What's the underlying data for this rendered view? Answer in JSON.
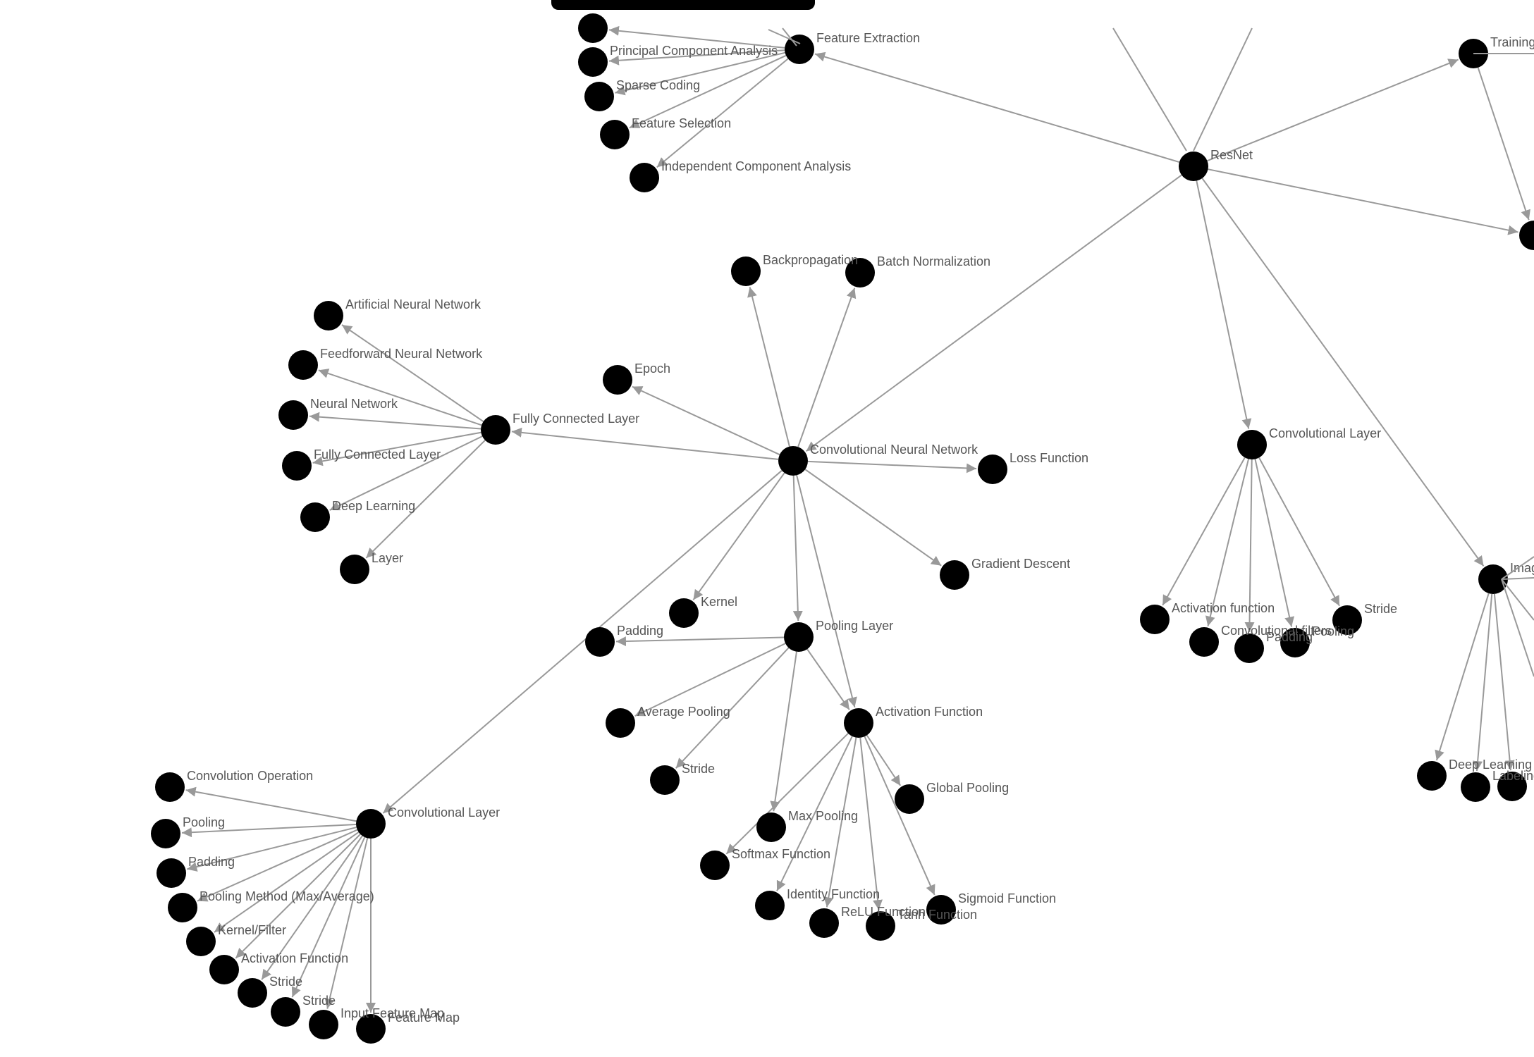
{
  "colors": {
    "node": "#000000",
    "edge": "#999999",
    "label": "#555555",
    "background": "#ffffff"
  },
  "nodes": [
    {
      "id": "fe",
      "label": "Feature Extraction"
    },
    {
      "id": "fe_top",
      "label": ""
    },
    {
      "id": "pca",
      "label": "Principal Component Analysis"
    },
    {
      "id": "sparse",
      "label": "Sparse Coding"
    },
    {
      "id": "fsel",
      "label": "Feature Selection"
    },
    {
      "id": "ica",
      "label": "Independent Component Analysis"
    },
    {
      "id": "resnet",
      "label": "ResNet"
    },
    {
      "id": "training",
      "label": "Training"
    },
    {
      "id": "right_node",
      "label": ""
    },
    {
      "id": "backprop",
      "label": "Backpropagation"
    },
    {
      "id": "batchnorm",
      "label": "Batch Normalization"
    },
    {
      "id": "epoch",
      "label": "Epoch"
    },
    {
      "id": "cnn",
      "label": "Convolutional Neural Network"
    },
    {
      "id": "loss",
      "label": "Loss Function"
    },
    {
      "id": "gd",
      "label": "Gradient Descent"
    },
    {
      "id": "kernel",
      "label": "Kernel"
    },
    {
      "id": "pool",
      "label": "Pooling Layer"
    },
    {
      "id": "padding1",
      "label": "Padding"
    },
    {
      "id": "avgpool",
      "label": "Average Pooling"
    },
    {
      "id": "stride1",
      "label": "Stride"
    },
    {
      "id": "act",
      "label": "Activation Function"
    },
    {
      "id": "globalpool",
      "label": "Global Pooling"
    },
    {
      "id": "maxpool",
      "label": "Max Pooling"
    },
    {
      "id": "softmax",
      "label": "Softmax Function"
    },
    {
      "id": "identity",
      "label": "Identity Function"
    },
    {
      "id": "relu",
      "label": "ReLU Function"
    },
    {
      "id": "tanh",
      "label": "Tanh Function"
    },
    {
      "id": "sigmoid",
      "label": "Sigmoid Function"
    },
    {
      "id": "fcl",
      "label": "Fully Connected Layer"
    },
    {
      "id": "ann",
      "label": "Artificial Neural Network"
    },
    {
      "id": "ffnn",
      "label": "Feedforward Neural Network"
    },
    {
      "id": "nn",
      "label": "Neural Network"
    },
    {
      "id": "fcl2",
      "label": "Fully Connected Layer"
    },
    {
      "id": "dl1",
      "label": "Deep Learning"
    },
    {
      "id": "layer",
      "label": "Layer"
    },
    {
      "id": "convl1",
      "label": "Convolutional Layer"
    },
    {
      "id": "convop",
      "label": "Convolution Operation"
    },
    {
      "id": "pooling2",
      "label": "Pooling"
    },
    {
      "id": "padding2",
      "label": "Padding"
    },
    {
      "id": "poolmethod",
      "label": "Pooling Method (Max/Average)"
    },
    {
      "id": "kernfilter",
      "label": "Kernel/Filter"
    },
    {
      "id": "actfunc2",
      "label": "Activation Function"
    },
    {
      "id": "stride2",
      "label": "Stride"
    },
    {
      "id": "stride3",
      "label": "Stride"
    },
    {
      "id": "inputfm",
      "label": "Input Feature Map"
    },
    {
      "id": "featmap",
      "label": "Feature Map"
    },
    {
      "id": "convl2",
      "label": "Convolutional Layer"
    },
    {
      "id": "actfunc3",
      "label": "Activation function"
    },
    {
      "id": "convfilters",
      "label": "Convolutional filters"
    },
    {
      "id": "padding3",
      "label": "Padding"
    },
    {
      "id": "pooling3",
      "label": "Pooling"
    },
    {
      "id": "stride4",
      "label": "Stride"
    },
    {
      "id": "image",
      "label": "Imag"
    },
    {
      "id": "dl2",
      "label": "Deep Learning"
    },
    {
      "id": "labeling",
      "label": "Labeling"
    },
    {
      "id": "image_child3",
      "label": ""
    }
  ],
  "edges": [
    [
      "resnet",
      "fe"
    ],
    [
      "resnet",
      "training"
    ],
    [
      "resnet",
      "right_node"
    ],
    [
      "resnet",
      "cnn"
    ],
    [
      "resnet",
      "convl2"
    ],
    [
      "resnet",
      "image"
    ],
    [
      "training",
      "right_node"
    ],
    [
      "fe",
      "fe_top"
    ],
    [
      "fe",
      "pca"
    ],
    [
      "fe",
      "sparse"
    ],
    [
      "fe",
      "fsel"
    ],
    [
      "fe",
      "ica"
    ],
    [
      "cnn",
      "backprop"
    ],
    [
      "cnn",
      "batchnorm"
    ],
    [
      "cnn",
      "epoch"
    ],
    [
      "cnn",
      "fcl"
    ],
    [
      "cnn",
      "loss"
    ],
    [
      "cnn",
      "gd"
    ],
    [
      "cnn",
      "kernel"
    ],
    [
      "cnn",
      "pool"
    ],
    [
      "cnn",
      "act"
    ],
    [
      "cnn",
      "convl1"
    ],
    [
      "pool",
      "padding1"
    ],
    [
      "pool",
      "avgpool"
    ],
    [
      "pool",
      "stride1"
    ],
    [
      "pool",
      "maxpool"
    ],
    [
      "pool",
      "act"
    ],
    [
      "act",
      "globalpool"
    ],
    [
      "act",
      "softmax"
    ],
    [
      "act",
      "identity"
    ],
    [
      "act",
      "relu"
    ],
    [
      "act",
      "tanh"
    ],
    [
      "act",
      "sigmoid"
    ],
    [
      "fcl",
      "ann"
    ],
    [
      "fcl",
      "ffnn"
    ],
    [
      "fcl",
      "nn"
    ],
    [
      "fcl",
      "fcl2"
    ],
    [
      "fcl",
      "dl1"
    ],
    [
      "fcl",
      "layer"
    ],
    [
      "convl1",
      "convop"
    ],
    [
      "convl1",
      "pooling2"
    ],
    [
      "convl1",
      "padding2"
    ],
    [
      "convl1",
      "poolmethod"
    ],
    [
      "convl1",
      "kernfilter"
    ],
    [
      "convl1",
      "actfunc2"
    ],
    [
      "convl1",
      "stride2"
    ],
    [
      "convl1",
      "stride3"
    ],
    [
      "convl1",
      "inputfm"
    ],
    [
      "convl1",
      "featmap"
    ],
    [
      "convl2",
      "actfunc3"
    ],
    [
      "convl2",
      "convfilters"
    ],
    [
      "convl2",
      "padding3"
    ],
    [
      "convl2",
      "pooling3"
    ],
    [
      "convl2",
      "stride4"
    ],
    [
      "image",
      "dl2"
    ],
    [
      "image",
      "labeling"
    ],
    [
      "image",
      "image_child3"
    ]
  ]
}
